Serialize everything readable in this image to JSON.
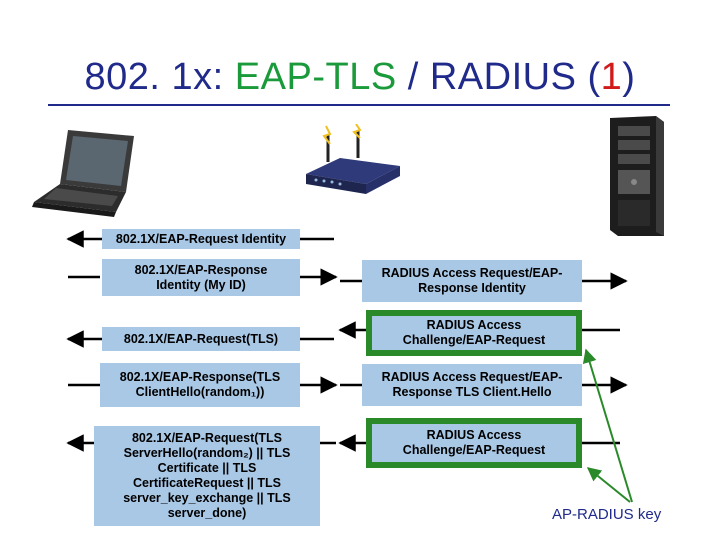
{
  "title": {
    "prefix": "802. 1x: ",
    "eap": "EAP-TLS",
    "sep": " / RADIUS (",
    "num": "1",
    "suffix": ")"
  },
  "client_msgs": [
    "802.1X/EAP-Request Identity",
    "802.1X/EAP-Response\nIdentity (My ID)",
    "802.1X/EAP-Request(TLS)",
    "802.1X/EAP-Response(TLS\nClientHello(random₁))",
    "802.1X/EAP-Request(TLS\nServerHello(random₂) || TLS\nCertificate || TLS\nCertificateRequest || TLS\nserver_key_exchange || TLS\nserver_done)"
  ],
  "radius_msgs": [
    "RADIUS Access Request/EAP-\nResponse  Identity",
    "RADIUS Access\nChallenge/EAP-Request",
    "RADIUS Access Request/EAP-\nResponse  TLS Client.Hello",
    "RADIUS Access\nChallenge/EAP-Request"
  ],
  "key_label": "AP-RADIUS key",
  "icons": [
    "laptop-icon",
    "wireless-access-point-icon",
    "server-tower-icon"
  ],
  "colors": {
    "title": "#1f2a8a",
    "eap_tls": "#1a9a3a",
    "number": "#d11a1a",
    "box": "#a9c8e6",
    "frame": "#2a8a2a"
  }
}
